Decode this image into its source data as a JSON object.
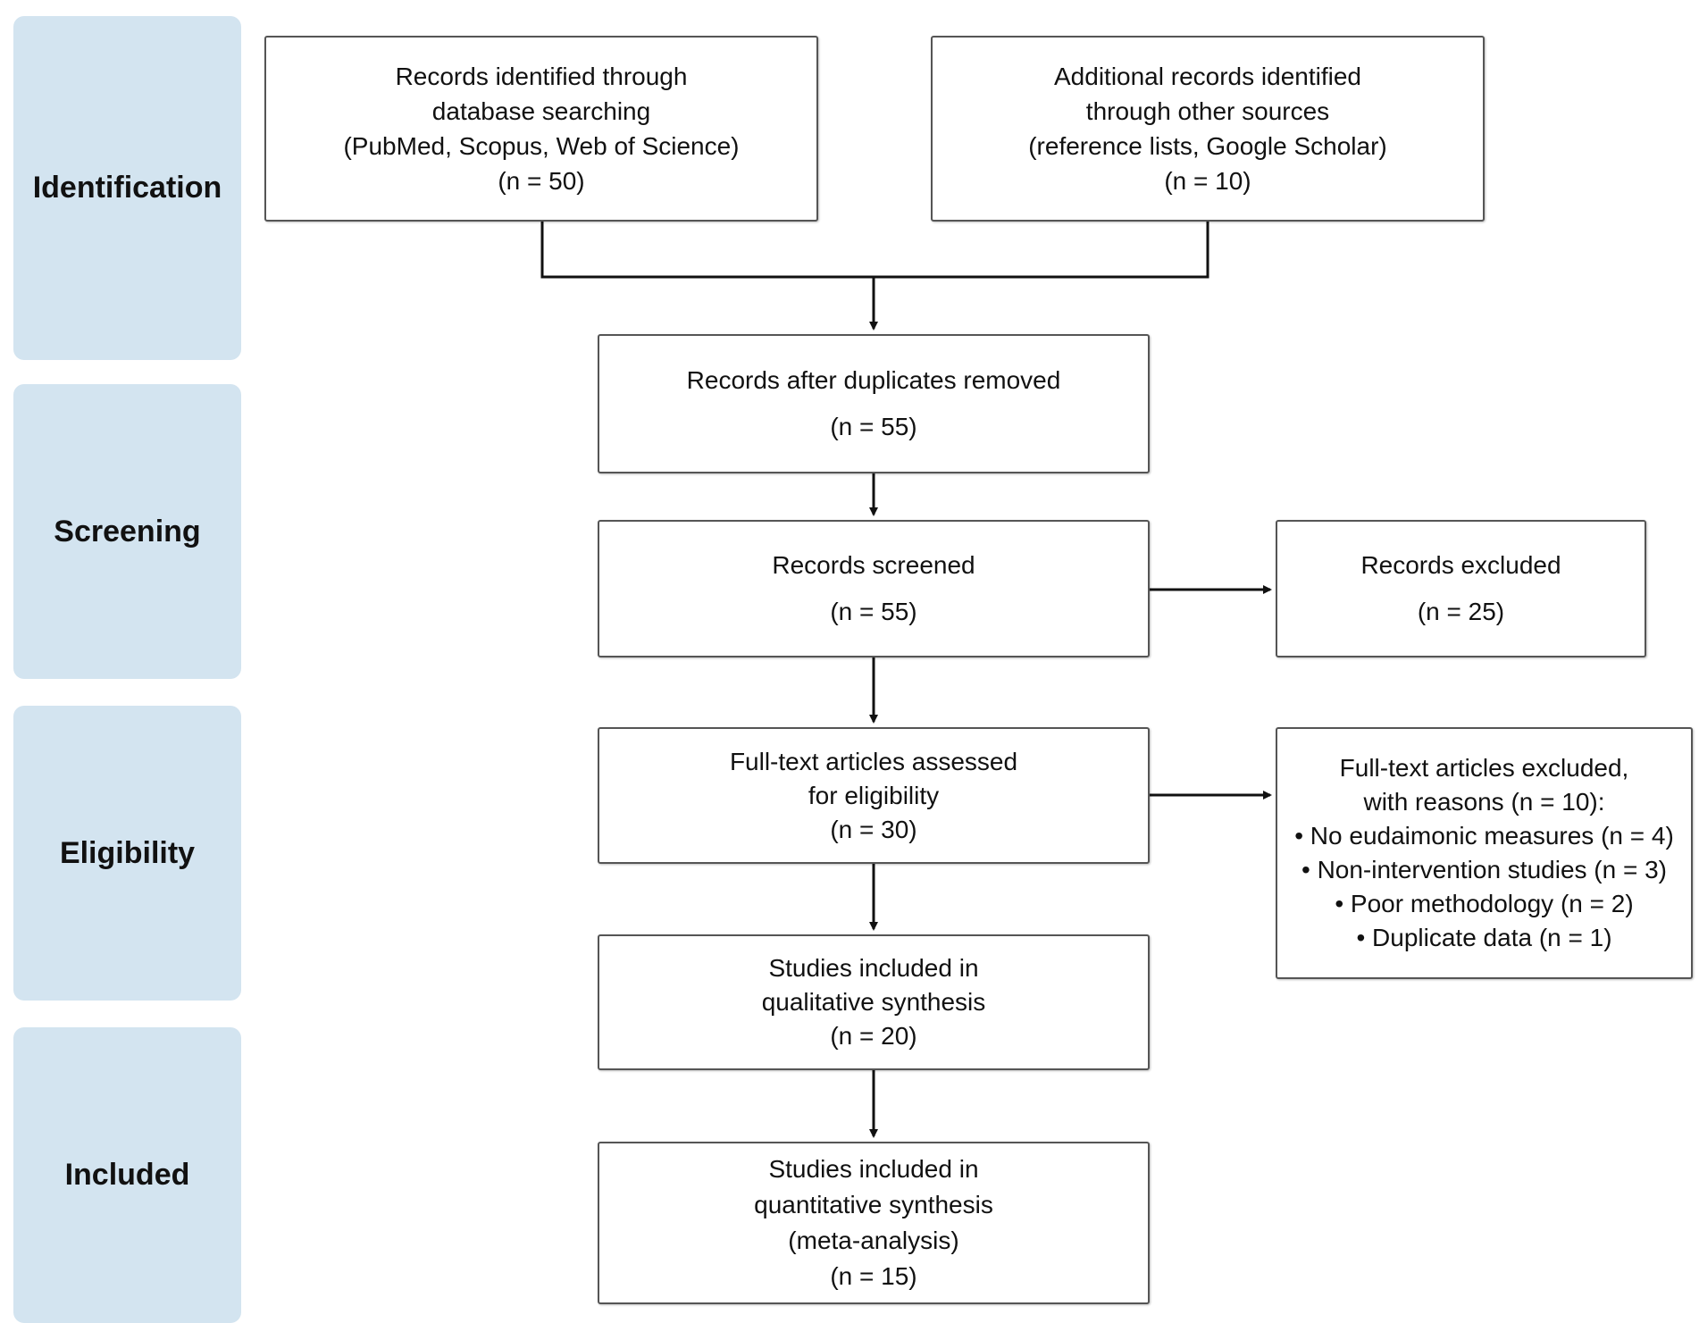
{
  "phases": {
    "identification": "Identification",
    "screening": "Screening",
    "eligibility": "Eligibility",
    "included": "Included"
  },
  "boxes": {
    "database": {
      "lines": [
        "Records identified through",
        "database searching",
        "(PubMed, Scopus, Web of Science)"
      ],
      "count": "(n = 50)"
    },
    "other_sources": {
      "lines": [
        "Additional records identified",
        "through other sources",
        "(reference lists, Google Scholar)"
      ],
      "count": "(n = 10)"
    },
    "duplicates_removed": {
      "lines": [
        "Records after duplicates removed"
      ],
      "count": "(n = 55)"
    },
    "screened": {
      "lines": [
        "Records screened"
      ],
      "count": "(n = 55)"
    },
    "excluded": {
      "lines": [
        "Records excluded"
      ],
      "count": "(n = 25)"
    },
    "fulltext": {
      "lines": [
        "Full-text articles assessed",
        "for eligibility"
      ],
      "count": "(n = 30)"
    },
    "fulltext_excluded": {
      "lines": [
        "Full-text articles excluded,",
        "with reasons (n = 10):"
      ],
      "reasons": [
        "• No eudaimonic measures (n = 4)",
        "• Non-intervention studies (n = 3)",
        "• Poor methodology (n = 2)",
        "• Duplicate data (n = 1)"
      ]
    },
    "qualitative": {
      "lines": [
        "Studies included in",
        "qualitative synthesis"
      ],
      "count": "(n = 20)"
    },
    "quantitative": {
      "lines": [
        "Studies included in",
        "quantitative synthesis",
        "(meta-analysis)"
      ],
      "count": "(n = 15)"
    }
  }
}
